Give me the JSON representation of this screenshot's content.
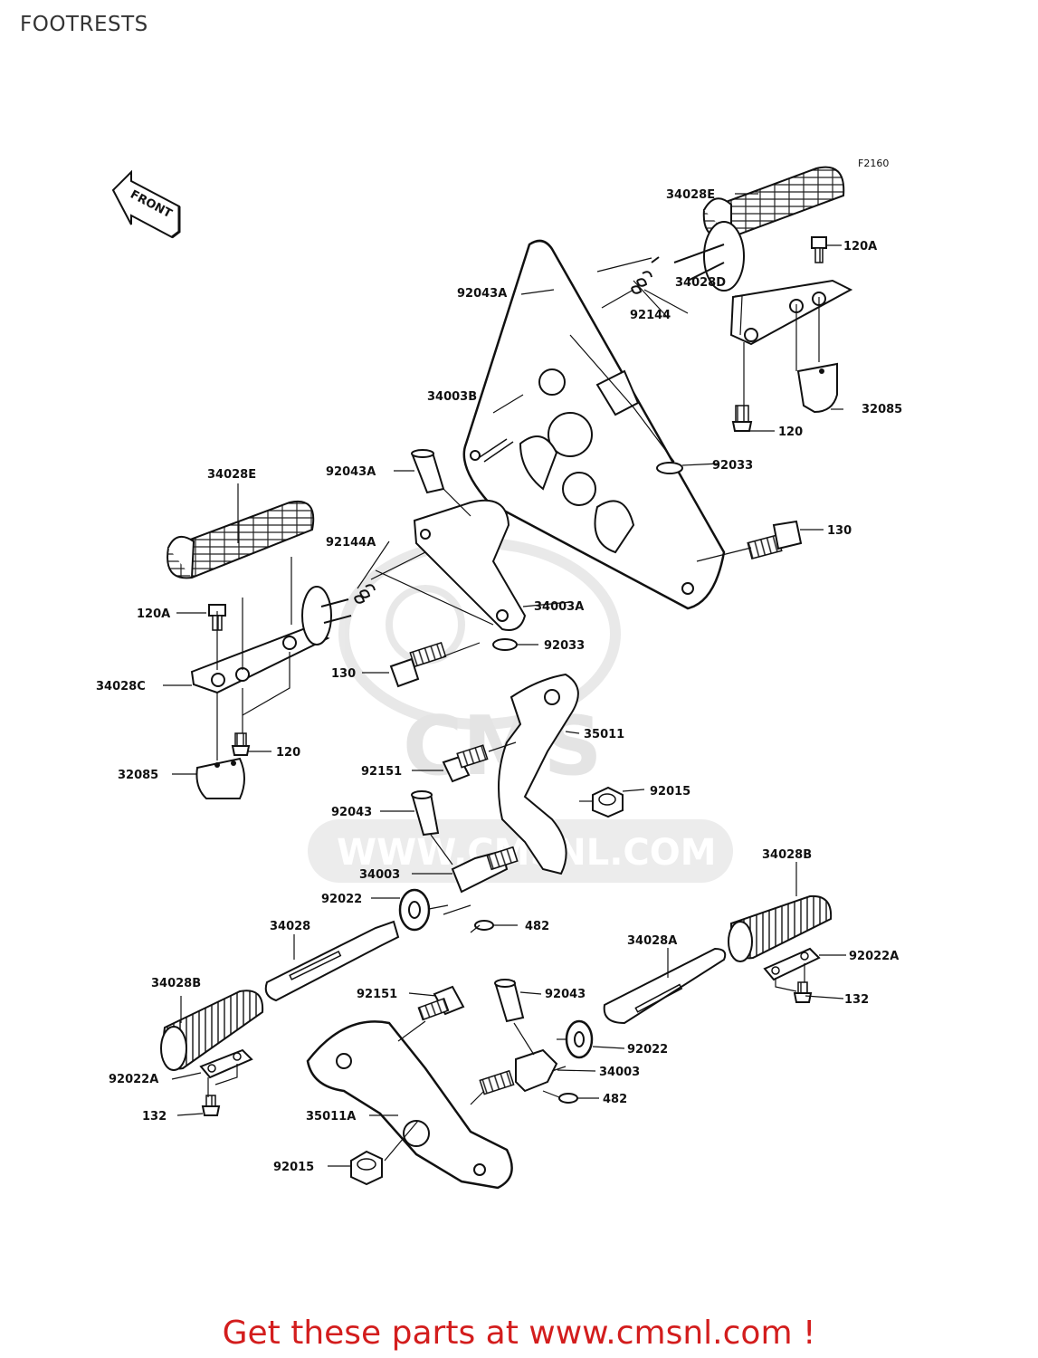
{
  "page": {
    "title": "FOOTRESTS"
  },
  "figure": {
    "code": "F2160",
    "front_label": "FRONT"
  },
  "watermark": {
    "brand": "CMS",
    "url": "WWW.CMSNL.COM"
  },
  "footer": {
    "text": "Get these parts at www.cmsnl.com !"
  },
  "labels": {
    "l01": "34028E",
    "l02": "120A",
    "l03": "92043A",
    "l04": "34028D",
    "l05": "92144",
    "l06": "34003B",
    "l07": "32085",
    "l08": "120",
    "l09": "92033",
    "l10": "34028E",
    "l11": "92043A",
    "l12": "130",
    "l13": "92144A",
    "l14": "120A",
    "l15": "34003A",
    "l16": "92033",
    "l17": "130",
    "l18": "34028C",
    "l19": "35011",
    "l20": "120",
    "l21": "32085",
    "l22": "92151",
    "l23": "92015",
    "l24": "92043",
    "l25": "34028B",
    "l26": "34003",
    "l27": "92022",
    "l28": "482",
    "l29": "34028",
    "l30": "34028A",
    "l31": "92022A",
    "l32": "34028B",
    "l33": "132",
    "l34": "92151",
    "l35": "92043",
    "l36": "92022",
    "l37": "92022A",
    "l38": "34003",
    "l39": "482",
    "l40": "132",
    "l41": "35011A",
    "l42": "92015"
  }
}
